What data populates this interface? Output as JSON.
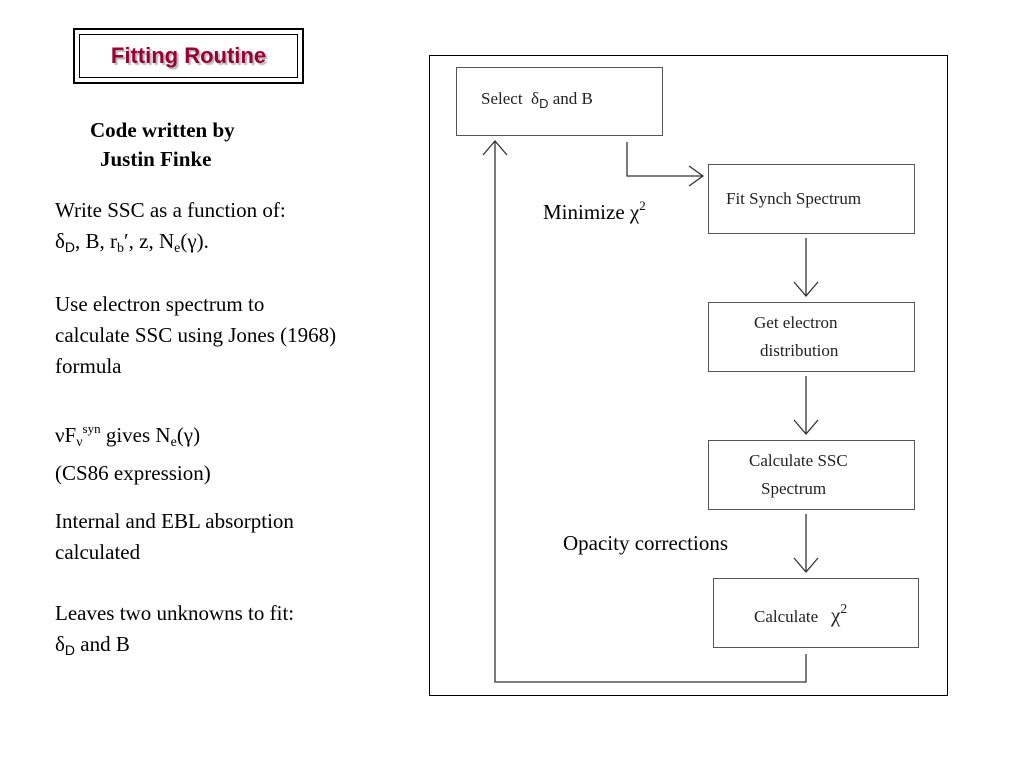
{
  "title": "Fitting Routine",
  "author": {
    "line1": "Code written by",
    "line2": "Justin Finke"
  },
  "left_text": {
    "p1_line1": "Write SSC as a function of:",
    "p2_line1": "Use electron spectrum to",
    "p2_line2": "calculate SSC using Jones (1968)",
    "p2_line3": "formula",
    "p3_line2": "(CS86 expression)",
    "p4_line1": "Internal and EBL absorption",
    "p4_line2": "calculated",
    "p5_line1": "Leaves two unknowns to fit:"
  },
  "flow": {
    "select": "and B",
    "fit_synch": "Fit Synch Spectrum",
    "electron_line1": "Get electron",
    "electron_line2": "distribution",
    "ssc_line1": "Calculate SSC",
    "ssc_line2": "Spectrum",
    "calc_chi": "Calculate",
    "minimize": "Minimize",
    "opacity": "Opacity corrections"
  }
}
